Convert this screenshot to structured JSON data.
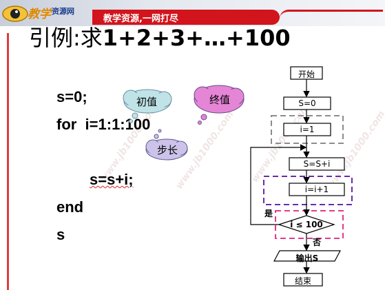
{
  "header": {
    "logo_text": "教学",
    "logo_sub": "资源网",
    "slogan": "教学资源,一网打尽"
  },
  "title": {
    "prefix": "引例:求",
    "expression": "1+2+3+…+100"
  },
  "code": {
    "line1": "s=0;",
    "line2": "for  i=1:1:100",
    "line3": "s=s+i;",
    "line4": "end",
    "line5": "s"
  },
  "callouts": {
    "initial": "初值",
    "final": "终值",
    "step": "步长"
  },
  "flowchart": {
    "start": "开始",
    "init_s": "S=0",
    "init_i": "i=1",
    "accumulate": "S=S+i",
    "increment": "i=i+1",
    "condition": "i ≤ 100",
    "yes": "是",
    "no": "否",
    "output": "输出S",
    "end": "结束"
  },
  "colors": {
    "banner_red": "#d2141c",
    "dashed_gray": "#8c8c8c",
    "dashed_purple": "#6a2aa8",
    "dashed_pink": "#e23a8c",
    "cloud_teal": "#bfe3e6",
    "cloud_pink": "#e585d6",
    "cloud_lavender": "#cdc3ea"
  }
}
